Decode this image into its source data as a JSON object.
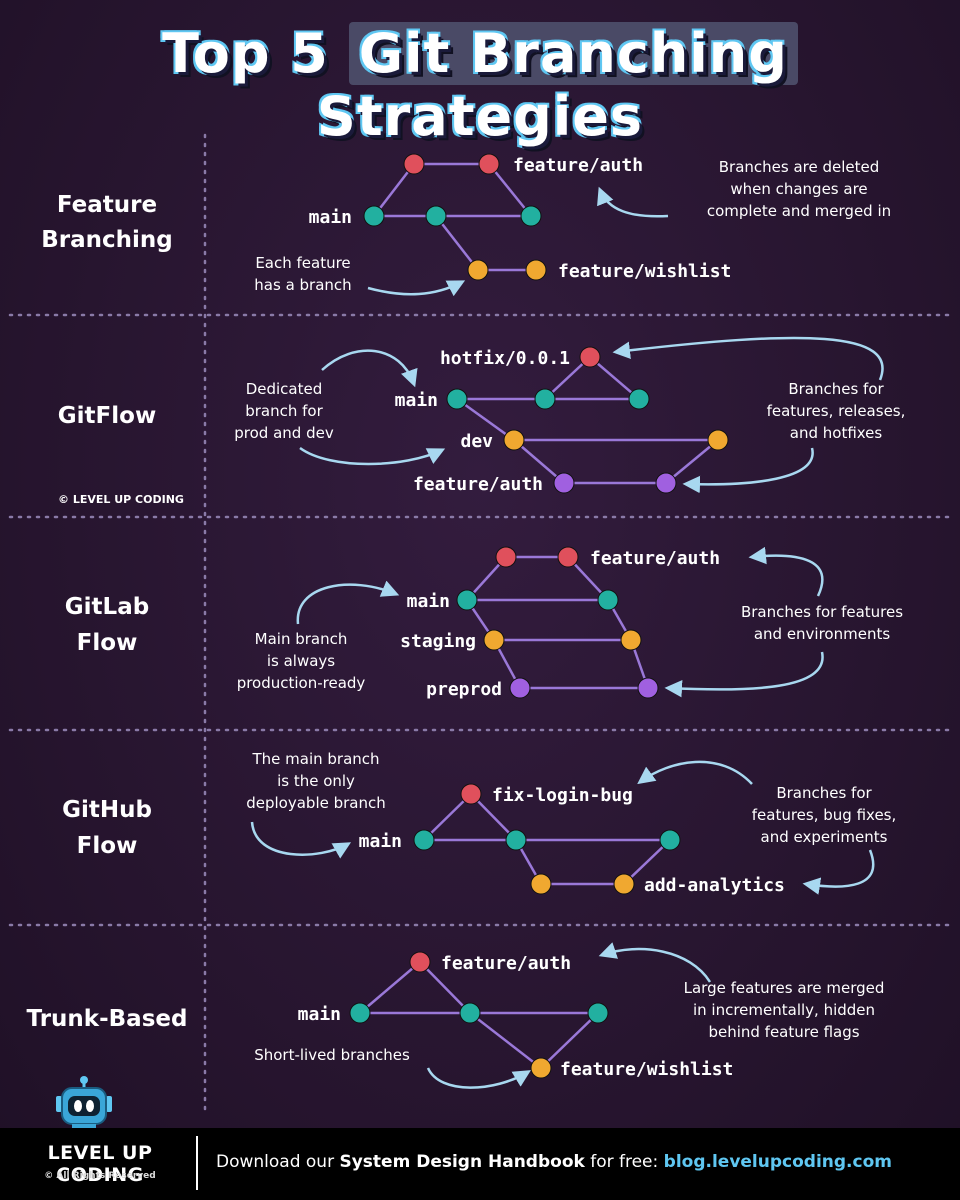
{
  "title": {
    "part1": "Top 5",
    "part2": "Git Branching",
    "part3": "Strategies"
  },
  "colors": {
    "main": "#22b0a0",
    "feature_red": "#e0505c",
    "feature_orange": "#f0a830",
    "feature_purple": "#a060e0",
    "line": "#9a78d8",
    "arrow": "#a8d8f0",
    "divider": "#8a7aa8"
  },
  "watermark": "© LEVEL UP CODING",
  "sections": [
    {
      "name_lines": [
        "Feature",
        "Branching"
      ],
      "labels": [
        "feature/auth",
        "main",
        "feature/wishlist"
      ],
      "notes": [
        [
          "Branches are deleted",
          "when changes are",
          "complete and merged in"
        ],
        [
          "Each feature",
          "has a branch"
        ]
      ]
    },
    {
      "name_lines": [
        "GitFlow"
      ],
      "labels": [
        "hotfix/0.0.1",
        "main",
        "dev",
        "feature/auth"
      ],
      "notes": [
        [
          "Dedicated",
          "branch for",
          "prod and dev"
        ],
        [
          "Branches for",
          "features, releases,",
          "and hotfixes"
        ]
      ]
    },
    {
      "name_lines": [
        "GitLab",
        "Flow"
      ],
      "labels": [
        "feature/auth",
        "main",
        "staging",
        "preprod"
      ],
      "notes": [
        [
          "Main branch",
          "is always",
          "production-ready"
        ],
        [
          "Branches for features",
          "and environments"
        ]
      ]
    },
    {
      "name_lines": [
        "GitHub",
        "Flow"
      ],
      "labels": [
        "fix-login-bug",
        "main",
        "add-analytics"
      ],
      "notes": [
        [
          "The main branch",
          "is the only",
          "deployable branch"
        ],
        [
          "Branches for",
          "features, bug fixes,",
          "and experiments"
        ]
      ]
    },
    {
      "name_lines": [
        "Trunk-Based"
      ],
      "labels": [
        "feature/auth",
        "main",
        "feature/wishlist"
      ],
      "notes": [
        [
          "Large features are merged",
          "in incrementally, hidden",
          "behind feature flags"
        ],
        [
          "Short-lived branches"
        ]
      ]
    }
  ],
  "footer": {
    "brand": "LEVEL UP CODING",
    "rights": "© All Rights Reserved",
    "text_pre": "Download our",
    "text_bold": "System Design Handbook",
    "text_mid": "for free:",
    "url": "blog.levelupcoding.com"
  }
}
